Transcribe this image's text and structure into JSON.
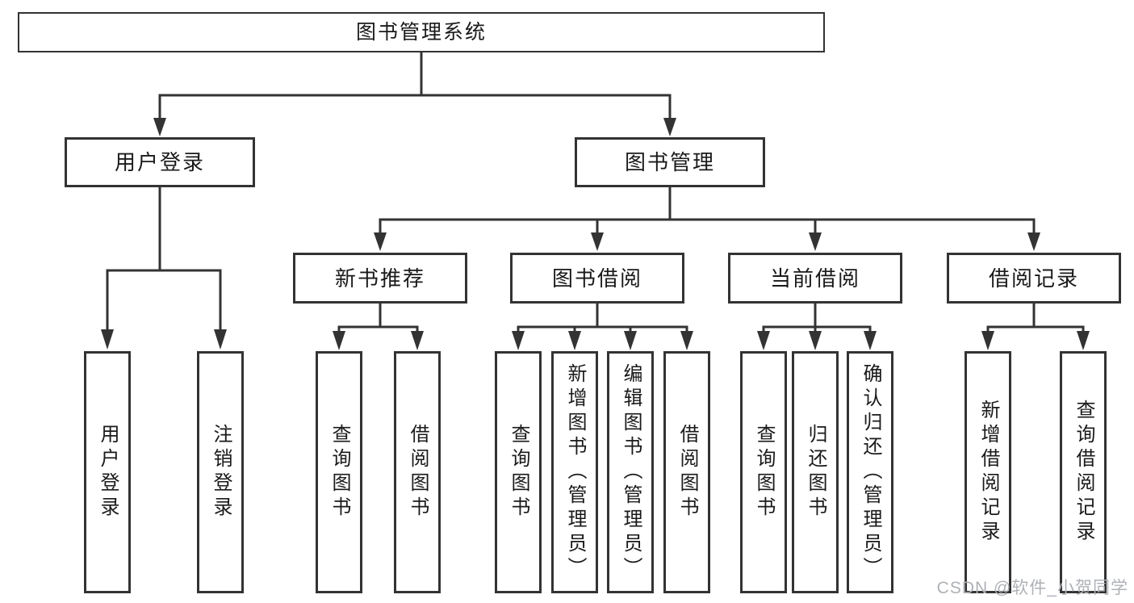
{
  "tree": {
    "label": "图书管理系统",
    "children": [
      {
        "label": "用户登录",
        "children": [
          {
            "label": "用户登录"
          },
          {
            "label": "注销登录"
          }
        ]
      },
      {
        "label": "图书管理",
        "children": [
          {
            "label": "新书推荐",
            "children": [
              {
                "label": "查询图书"
              },
              {
                "label": "借阅图书"
              }
            ]
          },
          {
            "label": "图书借阅",
            "children": [
              {
                "label": "查询图书"
              },
              {
                "label": "新增图书（管理员）"
              },
              {
                "label": "编辑图书（管理员）"
              },
              {
                "label": "借阅图书"
              }
            ]
          },
          {
            "label": "当前借阅",
            "children": [
              {
                "label": "查询图书"
              },
              {
                "label": "归还图书"
              },
              {
                "label": "确认归还（管理员）"
              }
            ]
          },
          {
            "label": "借阅记录",
            "children": [
              {
                "label": "新增借阅记录"
              },
              {
                "label": "查询借阅记录"
              }
            ]
          }
        ]
      }
    ]
  },
  "watermark": {
    "text": "CSDN @软件_小贺同学"
  },
  "colors": {
    "background": "#ffffff",
    "line": "#333333",
    "box_border": "#333333",
    "text": "#1a1a1a",
    "watermark": "#aeb1b6"
  }
}
